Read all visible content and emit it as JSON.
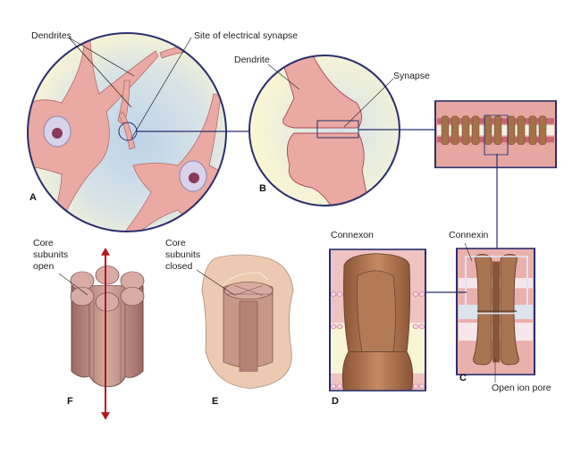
{
  "labels": {
    "dendrites": "Dendrites",
    "site": "Site of electrical synapse",
    "dendrite": "Dendrite",
    "synapse": "Synapse",
    "core_open": "Core\nsubunits\nopen",
    "core_closed": "Core\nsubunits\nclosed",
    "connexon": "Connexon",
    "connexin": "Connexin",
    "open_pore": "Open ion pore"
  },
  "panels": {
    "a": "A",
    "b": "B",
    "c": "C",
    "d": "D",
    "e": "E",
    "f": "F"
  },
  "colors": {
    "outline": "#2a2f6e",
    "membrane": "#e9a7a5",
    "protein": "#a0694a",
    "arrow": "#b3161e",
    "background": "#fbf6d2"
  }
}
